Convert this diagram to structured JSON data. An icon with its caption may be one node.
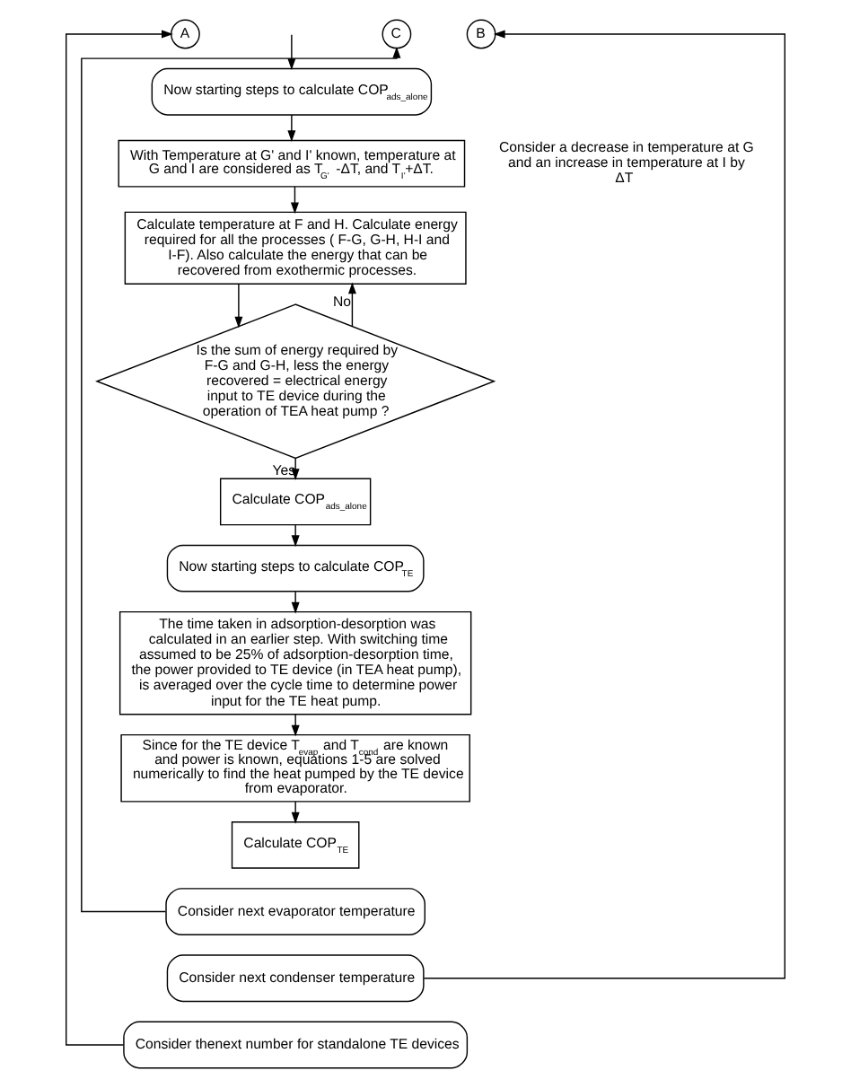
{
  "diagram": {
    "nodes": [
      {
        "text": [
          "A"
        ]
      },
      {
        "text": [
          "B"
        ]
      },
      {
        "text": [
          "C"
        ]
      },
      {
        "text": [
          "Now starting steps to calculate COP$_{ads_alone}$"
        ]
      },
      {
        "text": [
          "With Temperature at G' and I' known, temperature at G and I are considered as T$_{G'}$ -ΔT, and T$_{I'}$+ΔT."
        ]
      },
      {
        "text": [
          "Calculate temperature at F and H. Calculate energy required for all the processes ( F-G, G-H, H-I and I-F). Also calculate the energy that can be recovered from exothermic processes."
        ]
      },
      {
        "text": [
          "Is the sum of energy required by F-G and G-H, less the energy recovered = electrical energy input to TE device during the operation of TEA heat pump ?"
        ]
      },
      {
        "text": [
          "Calculate COP$_{ads_alone}$"
        ]
      },
      {
        "text": [
          "Now starting steps to calculate COP$_{TE}$"
        ]
      },
      {
        "text": [
          "The time taken in adsorption-desorption was calculated in an earlier step. With switching time assumed to be 25% of adsorption-desorption time,  the power provided to TE device (in TEA heat pump), is averaged over the cycle time to determine power input for the TE heat pump."
        ]
      },
      {
        "text": [
          "Since for the TE device T$_{evap}$ and T$_{cond}$ are known and power is known, equations 1-5 are solved numerically to find the heat pumped by the TE device from evaporator."
        ]
      },
      {
        "text": [
          "Calculate COP$_{TE}$"
        ]
      },
      {
        "text": [
          "Consider next evaporator temperature"
        ]
      },
      {
        "text": [
          "Consider next condenser temperature"
        ]
      },
      {
        "text": [
          "Consider thenext number for standalone TE devices"
        ]
      }
    ],
    "edges": [
      {
        "from": null,
        "to": 3,
        "arrow": "to"
      },
      {
        "from": 3,
        "to": 4,
        "arrow": "to"
      },
      {
        "from": 4,
        "to": 5,
        "arrow": "to"
      },
      {
        "from": 5,
        "to": 6,
        "arrow": "to"
      },
      {
        "from": 6,
        "to": 7,
        "arrow": "to",
        "label": "Yes"
      },
      {
        "from": 6,
        "to": 5,
        "arrow": "to",
        "label": "No"
      },
      {
        "from": 7,
        "to": 8,
        "arrow": "to"
      },
      {
        "from": 8,
        "to": 9,
        "arrow": "to"
      },
      {
        "from": 9,
        "to": 10,
        "arrow": "to"
      },
      {
        "from": 10,
        "to": 11,
        "arrow": "to"
      },
      {
        "from": 12,
        "to": 2,
        "arrow": "to"
      },
      {
        "from": 13,
        "to": 1,
        "arrow": "to"
      },
      {
        "from": 14,
        "to": 0,
        "arrow": "to"
      }
    ],
    "labels": [
      "Consider a decrease in temperature at G and an increase in temperature at I by ΔT"
    ]
  }
}
